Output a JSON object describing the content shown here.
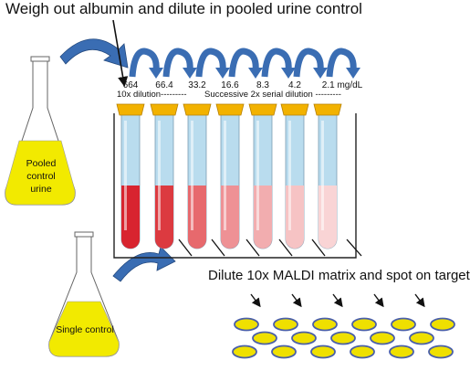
{
  "title": "Weigh out albumin and dilute in pooled urine control",
  "step2": "Dilute 10x MALDI matrix and spot on target",
  "concentrations": [
    "664",
    "66.4",
    "33.2",
    "16.6",
    "8.3",
    "4.2",
    "2.1 mg/dL"
  ],
  "dilution_10x": "10x dilution---------",
  "dilution_serial": "Successive 2x serial dilution ---------",
  "flask_pooled": [
    "Pooled",
    "control",
    "urine"
  ],
  "flask_single": "Single control",
  "colors": {
    "liquid_yellow": "#f2ea00",
    "tube_blue": "#b9dcee",
    "cap": "#f2b200",
    "arrow_blue": "#3a6db3",
    "spot_fill": "#efe000",
    "spot_edge": "#4a5fa8",
    "tube_reds": [
      "#d8242f",
      "#dc3a40",
      "#e7696d",
      "#ee9195",
      "#f2adaf",
      "#f6c3c4",
      "#f9d4d5"
    ]
  },
  "icons": [
    "curved-arrow-icon",
    "erlenmeyer-flask-icon",
    "test-tube-icon",
    "down-arrow-icon",
    "maldi-spot-icon"
  ]
}
